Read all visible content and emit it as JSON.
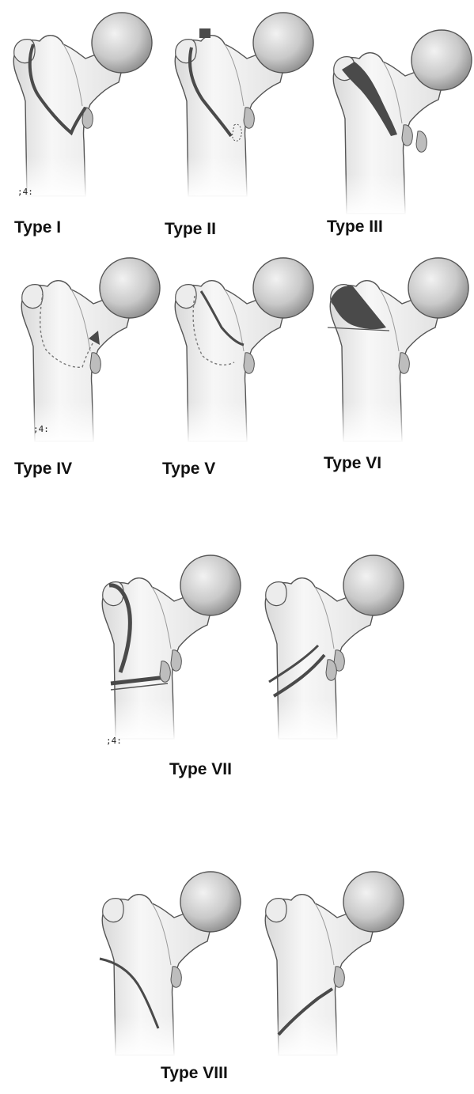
{
  "labels": {
    "type1": "Type I",
    "type2": "Type II",
    "type3": "Type III",
    "type4": "Type IV",
    "type5": "Type V",
    "type6": "Type VI",
    "type7": "Type VII",
    "type8": "Type VIII"
  },
  "artifacts": {
    "a": ";4:",
    "b": ";4:",
    "c": ";4:"
  },
  "colors": {
    "bone_fill": "#f4f4f4",
    "bone_outline": "#555555",
    "head_fill": "#cfcfcf",
    "fracture_dark": "#4a4a4a",
    "fracture_dotted": "#777777"
  }
}
